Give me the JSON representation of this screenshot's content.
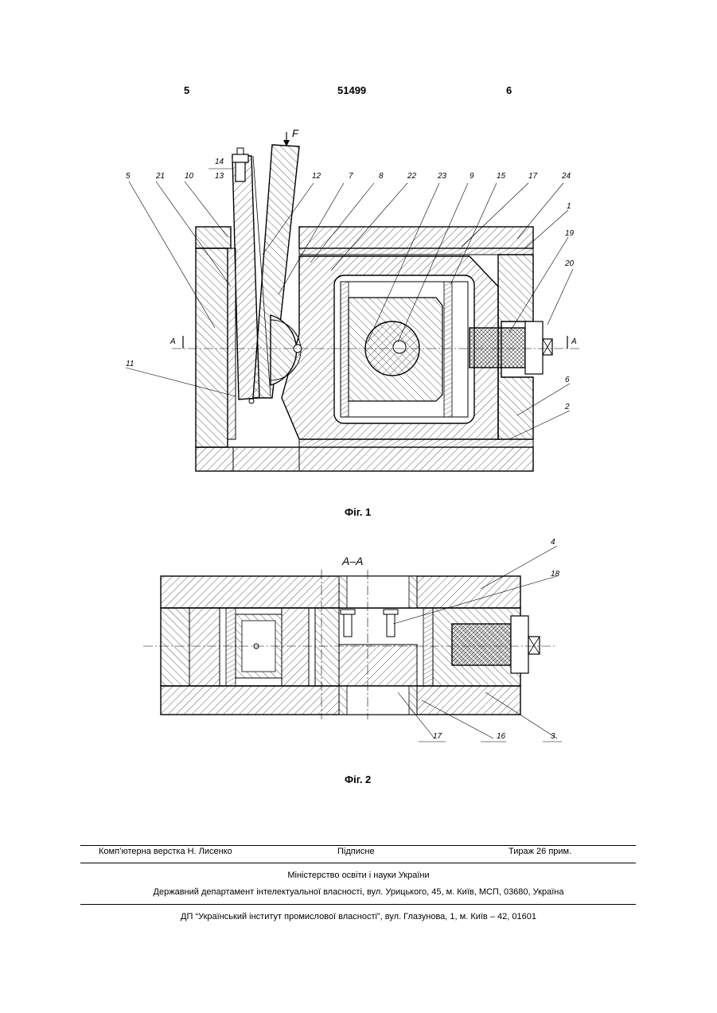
{
  "header": {
    "left_page": "5",
    "patent_number": "51499",
    "right_page": "6"
  },
  "figure1": {
    "caption": "Фіг. 1",
    "force_label": "F",
    "section_mark_left": "А",
    "section_mark_right": "А",
    "callouts": {
      "c5": "5",
      "c21": "21",
      "c10": "10",
      "c14": "14",
      "c13": "13",
      "c12": "12",
      "c7": "7",
      "c8": "8",
      "c22": "22",
      "c23": "23",
      "c9": "9",
      "c15": "15",
      "c17": "17",
      "c24": "24",
      "c1": "1",
      "c19": "19",
      "c20": "20",
      "c11": "11",
      "c6": "6",
      "c2": "2"
    }
  },
  "figure2": {
    "caption": "Фіг. 2",
    "section_title": "А–А",
    "callouts": {
      "c4": "4",
      "c18": "18",
      "c17": "17",
      "c16": "16",
      "c3": "3"
    }
  },
  "footer": {
    "layout_by": "Комп’ютерна верстка Н. Лисенко",
    "signed": "Підписне",
    "circulation": "Тираж 26 прим.",
    "ministry": "Міністерство освіти і науки України",
    "department": "Державний департамент інтелектуальної власності, вул. Урицького, 45, м. Київ, МСП, 03680, Україна",
    "institute": "ДП “Український інститут промислової власності”, вул. Глазунова, 1, м. Київ – 42, 01601"
  }
}
